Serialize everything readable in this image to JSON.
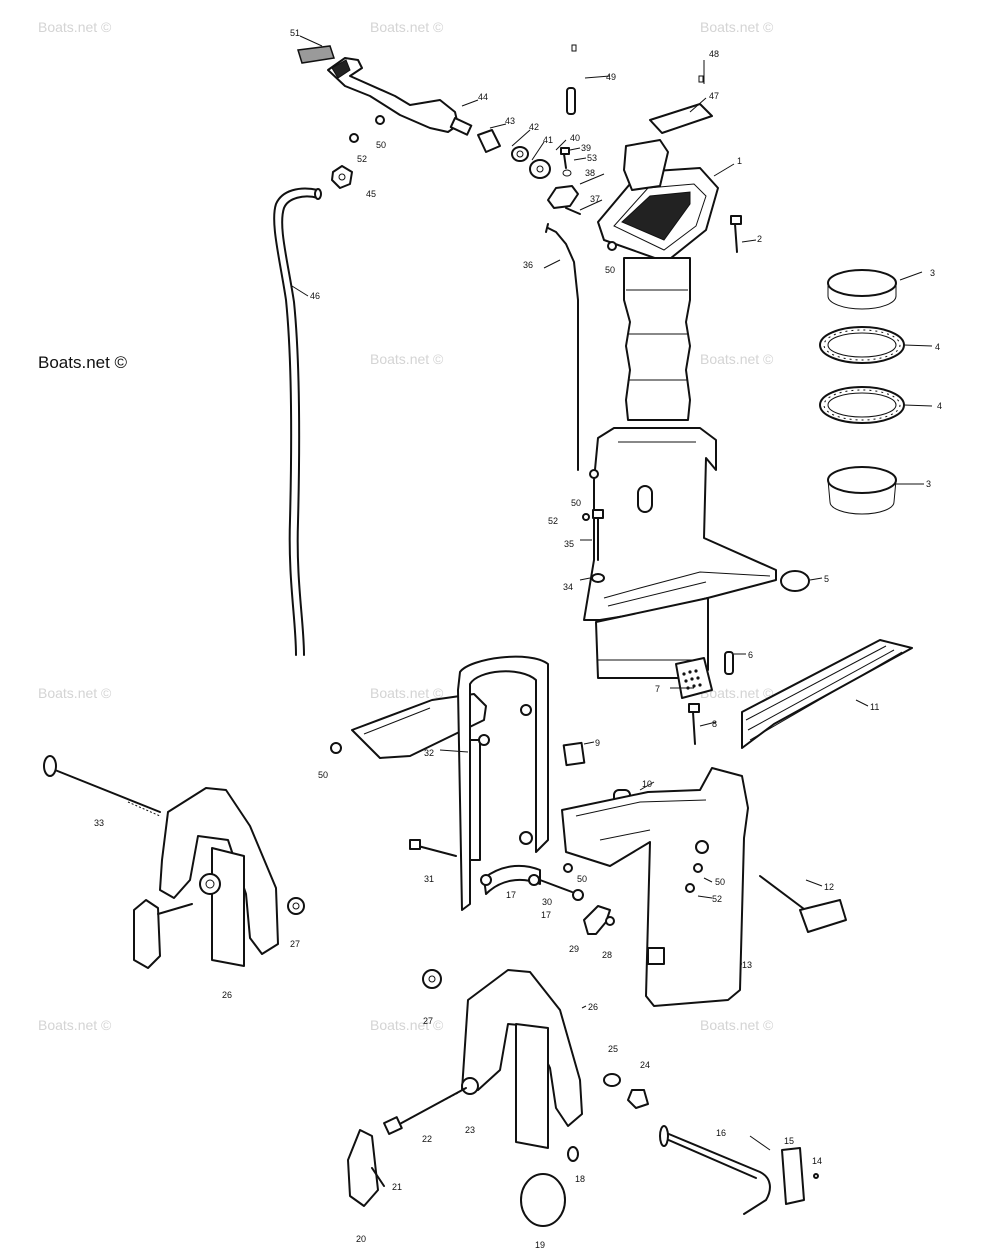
{
  "watermark": {
    "text": "Boats.net ©",
    "main_text": "Boats.net ©"
  },
  "callouts": [
    {
      "id": "c51",
      "text": "51"
    },
    {
      "id": "c49",
      "text": "49"
    },
    {
      "id": "c48",
      "text": "48"
    },
    {
      "id": "c47",
      "text": "47"
    },
    {
      "id": "c44",
      "text": "44"
    },
    {
      "id": "c43",
      "text": "43"
    },
    {
      "id": "c42",
      "text": "42"
    },
    {
      "id": "c41",
      "text": "41"
    },
    {
      "id": "c40",
      "text": "40"
    },
    {
      "id": "c39",
      "text": "39"
    },
    {
      "id": "c53",
      "text": "53"
    },
    {
      "id": "c38",
      "text": "38"
    },
    {
      "id": "c37",
      "text": "37"
    },
    {
      "id": "c1",
      "text": "1"
    },
    {
      "id": "c2",
      "text": "2"
    },
    {
      "id": "c50a",
      "text": "50"
    },
    {
      "id": "c52a",
      "text": "52"
    },
    {
      "id": "c45",
      "text": "45"
    },
    {
      "id": "c46",
      "text": "46"
    },
    {
      "id": "c36",
      "text": "36"
    },
    {
      "id": "c50b",
      "text": "50"
    },
    {
      "id": "c3a",
      "text": "3"
    },
    {
      "id": "c4a",
      "text": "4"
    },
    {
      "id": "c4b",
      "text": "4"
    },
    {
      "id": "c3b",
      "text": "3"
    },
    {
      "id": "c50c",
      "text": "50"
    },
    {
      "id": "c52b",
      "text": "52"
    },
    {
      "id": "c35",
      "text": "35"
    },
    {
      "id": "c34",
      "text": "34"
    },
    {
      "id": "c5",
      "text": "5"
    },
    {
      "id": "c6",
      "text": "6"
    },
    {
      "id": "c7",
      "text": "7"
    },
    {
      "id": "c8",
      "text": "8"
    },
    {
      "id": "c11",
      "text": "11"
    },
    {
      "id": "c9",
      "text": "9"
    },
    {
      "id": "c32",
      "text": "32"
    },
    {
      "id": "c50d",
      "text": "50"
    },
    {
      "id": "c33",
      "text": "33"
    },
    {
      "id": "c10",
      "text": "10"
    },
    {
      "id": "c31",
      "text": "31"
    },
    {
      "id": "c17a",
      "text": "17"
    },
    {
      "id": "c30",
      "text": "30"
    },
    {
      "id": "c17b",
      "text": "17"
    },
    {
      "id": "c50e",
      "text": "50"
    },
    {
      "id": "c50f",
      "text": "50"
    },
    {
      "id": "c52c",
      "text": "52"
    },
    {
      "id": "c12",
      "text": "12"
    },
    {
      "id": "c29",
      "text": "29"
    },
    {
      "id": "c28",
      "text": "28"
    },
    {
      "id": "c27a",
      "text": "27"
    },
    {
      "id": "c26a",
      "text": "26"
    },
    {
      "id": "c13",
      "text": "13"
    },
    {
      "id": "c27b",
      "text": "27"
    },
    {
      "id": "c26b",
      "text": "26"
    },
    {
      "id": "c25",
      "text": "25"
    },
    {
      "id": "c24",
      "text": "24"
    },
    {
      "id": "c22",
      "text": "22"
    },
    {
      "id": "c23",
      "text": "23"
    },
    {
      "id": "c16",
      "text": "16"
    },
    {
      "id": "c15",
      "text": "15"
    },
    {
      "id": "c14",
      "text": "14"
    },
    {
      "id": "c18",
      "text": "18"
    },
    {
      "id": "c21",
      "text": "21"
    },
    {
      "id": "c20",
      "text": "20"
    },
    {
      "id": "c19",
      "text": "19"
    }
  ]
}
